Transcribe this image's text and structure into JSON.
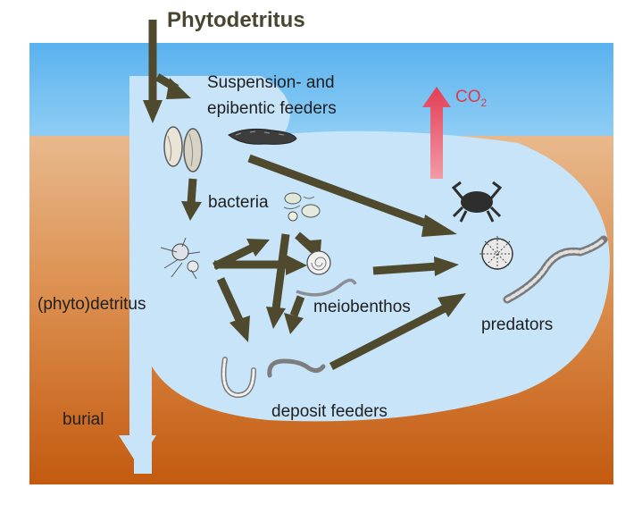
{
  "title": "Phytodetritus",
  "labels": {
    "suspension_line1": "Suspension- and",
    "suspension_line2": "epibentic feeders",
    "bacteria": "bacteria",
    "phytodetritus": "(phyto)detritus",
    "meiobenthos": "meiobenthos",
    "predators": "predators",
    "deposit_feeders": "deposit feeders",
    "burial": "burial"
  },
  "co2": {
    "text": "CO",
    "subscript": "2"
  },
  "colors": {
    "water": "#6bbbf0",
    "sediment_top": "#e7b486",
    "sediment_bottom": "#c55d10",
    "pool": "#c6e3f8",
    "flow_arrow": "#4f4a2e",
    "co2_arrow": "#e8576a"
  },
  "icons": [
    "bivalve-icon",
    "sea-cucumber-icon",
    "protist-cluster-icon",
    "bacteria-icon",
    "foraminifera-icon",
    "nematode-icon",
    "crab-icon",
    "sea-urchin-icon",
    "polychaete-worm-icon",
    "deposit-worm-icon",
    "deposit-worm-2-icon"
  ]
}
